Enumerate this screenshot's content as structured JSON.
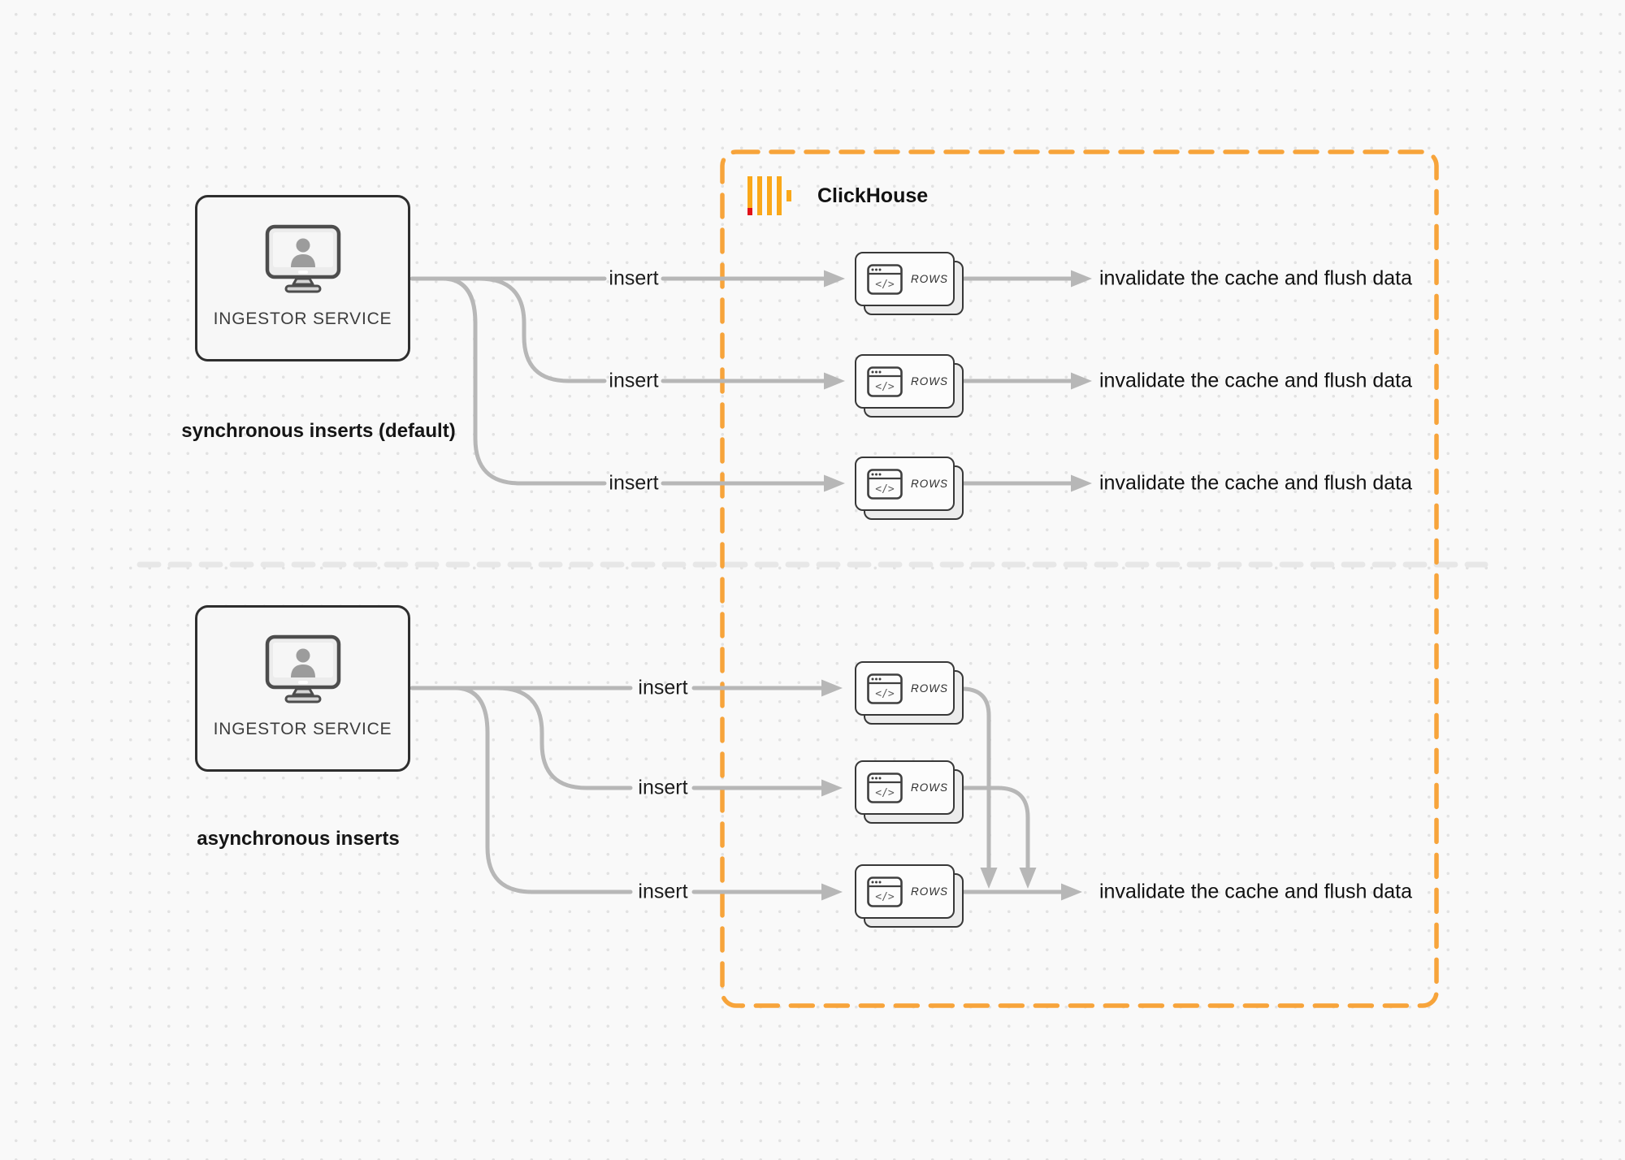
{
  "canvas": {
    "background": "#f9f9f9",
    "dot_color": "#e2e2e2"
  },
  "clickhouse_container": {
    "label": "ClickHouse",
    "border_color": "#F7A43B",
    "logo_bar_color": "#FAA81A",
    "logo_accent_red": "#E11119"
  },
  "sync": {
    "service": "INGESTOR SERVICE",
    "caption": "synchronous inserts (default)",
    "flows": {
      "insert": "insert",
      "result": "invalidate the cache and flush data"
    }
  },
  "async": {
    "service": "INGESTOR SERVICE",
    "caption": "asynchronous inserts",
    "flows": {
      "insert": "insert",
      "result": "invalidate the cache and flush data"
    }
  },
  "node": {
    "rows_label": "ROWS",
    "code_glyph": "</>"
  },
  "connector": {
    "color": "#b7b7b7"
  },
  "divider": {
    "color": "#e7e7e7"
  }
}
